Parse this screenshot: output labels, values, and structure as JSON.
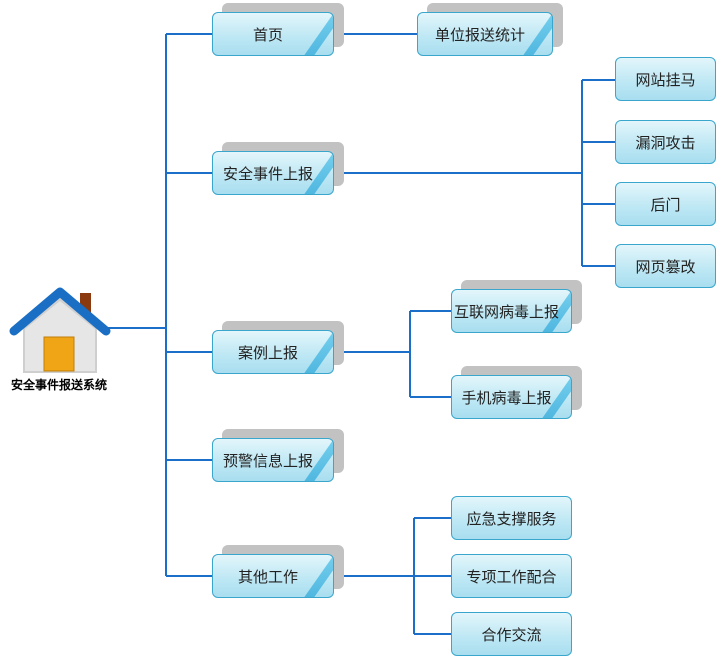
{
  "root": {
    "label": "安全事件报送系统"
  },
  "colors": {
    "connector": "#1b6fc9",
    "roof": "#1a6fc4",
    "door": "#f0a516",
    "chimney": "#8b3a10"
  },
  "nodes": {
    "home": {
      "label": "首页"
    },
    "unit_report_stats": {
      "label": "单位报送统计"
    },
    "security_event": {
      "label": "安全事件上报"
    },
    "website_trojan": {
      "label": "网站挂马"
    },
    "vulnerability_attack": {
      "label": "漏洞攻击"
    },
    "backdoor": {
      "label": "后门"
    },
    "web_tamper": {
      "label": "网页篡改"
    },
    "case_report": {
      "label": "案例上报"
    },
    "internet_virus": {
      "label": "互联网病毒上报"
    },
    "mobile_virus": {
      "label": "手机病毒上报"
    },
    "warning_info": {
      "label": "预警信息上报"
    },
    "other_work": {
      "label": "其他工作"
    },
    "emergency_support": {
      "label": "应急支撑服务"
    },
    "special_work": {
      "label": "专项工作配合"
    },
    "cooperation": {
      "label": "合作交流"
    }
  }
}
